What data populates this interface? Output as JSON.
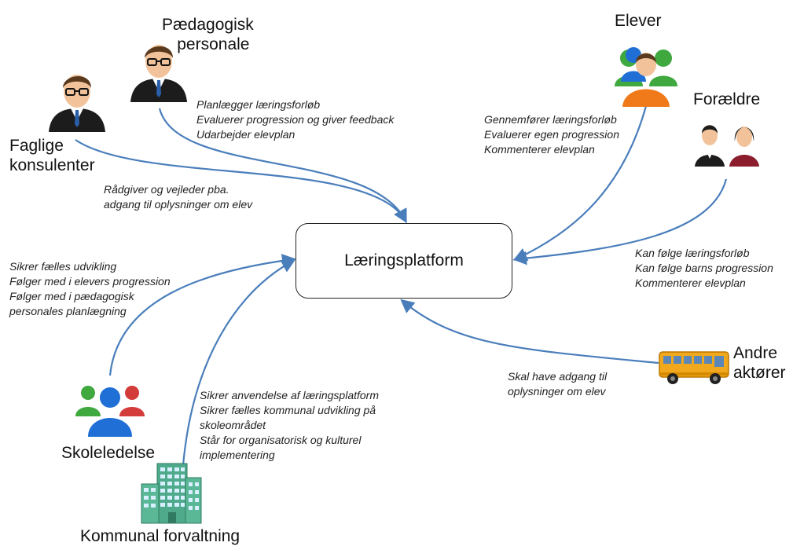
{
  "center": {
    "label": "Læringsplatform"
  },
  "actors": {
    "faglige": {
      "label_lines": [
        "Faglige",
        "konsulenter"
      ],
      "icon": "businessman-icon"
    },
    "paedagogisk": {
      "label_lines": [
        "Pædagogisk",
        "personale"
      ],
      "icon": "businessman-icon"
    },
    "elever": {
      "label": "Elever",
      "icon": "people-group-icon"
    },
    "foraeldre": {
      "label": "Forældre",
      "icon": "parents-icon"
    },
    "andre": {
      "label_lines": [
        "Andre",
        "aktører"
      ],
      "icon": "school-bus-icon"
    },
    "skoleledelse": {
      "label": "Skoleledelse",
      "icon": "leadership-group-icon"
    },
    "kommunal": {
      "label": "Kommunal forvaltning",
      "icon": "office-building-icon"
    }
  },
  "descriptions": {
    "paedagogisk": [
      "Planlægger læringsforløb",
      "Evaluerer progression og giver feedback",
      "Udarbejder elevplan"
    ],
    "faglige": [
      "Rådgiver og vejleder pba.",
      "adgang til oplysninger om elev"
    ],
    "elever": [
      "Gennemfører læringsforløb",
      "Evaluerer egen progression",
      "Kommenterer elevplan"
    ],
    "foraeldre": [
      "Kan følge læringsforløb",
      "Kan følge barns progression",
      "Kommenterer elevplan"
    ],
    "skoleledelse": [
      "Sikrer fælles udvikling",
      "Følger med i elevers progression",
      "Følger med i pædagogisk",
      "personales planlægning"
    ],
    "andre": [
      "Skal have adgang til",
      "oplysninger om elev"
    ],
    "kommunal": [
      "Sikrer anvendelse af læringsplatform",
      "Sikrer fælles kommunal udvikling på",
      "skoleområdet",
      "Står for organisatorisk og kulturel",
      "implementering"
    ]
  },
  "colors": {
    "arrow": "#4a7ebb",
    "box_border": "#222222",
    "suit": "#1c1c1c",
    "skin": "#f2c39a",
    "hair": "#5a3a1e",
    "group_blue": "#1f6fd6",
    "group_red": "#d43b3b",
    "group_green": "#3fa83f",
    "group_orange": "#f07a1a",
    "bus": "#f2a81d",
    "building": "#4faa8c"
  }
}
